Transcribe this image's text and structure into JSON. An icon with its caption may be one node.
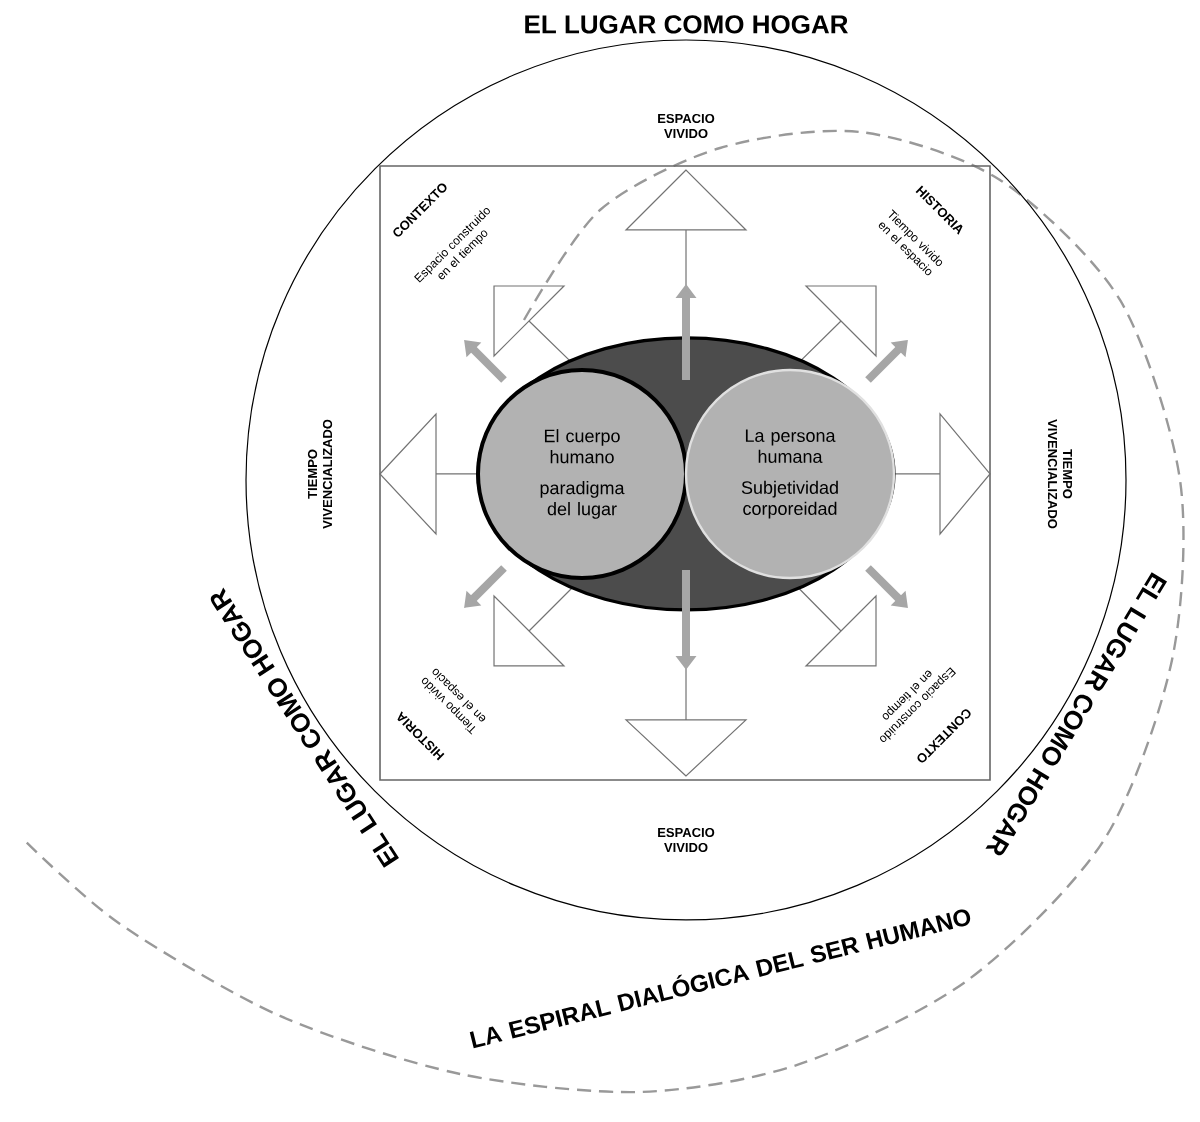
{
  "diagram": {
    "nodes": [
      {
        "text": [
          "EL LUGAR COMO HOGAR",
          "EL LUGAR COMO HOGAR",
          "EL LUGAR COMO HOGAR"
        ]
      },
      {
        "text": [],
        "shape": "box",
        "in": 0
      },
      {
        "text": [],
        "shape": "ellipse",
        "in": 1
      },
      {
        "text": [
          "El cuerpo humano",
          "paradigma del lugar"
        ],
        "in": 2
      },
      {
        "text": [
          "La persona humana",
          "Subjetividad corporeidad"
        ],
        "in": 2
      }
    ],
    "labels": [
      "ESPACIO VIVIDO",
      "CONTEXTO",
      "Espacio construido en el tiempo",
      "HISTORIA",
      "Tiempo vivido en el espacio",
      "TIEMPO VIVENCIALIZADO",
      "TIEMPO VIVENCIALIZADO",
      "HISTORIA",
      "Tiempo vivido en el espacio",
      "CONTEXTO",
      "Espacio construido en el tiempo",
      "ESPACIO VIVIDO",
      "LA ESPIRAL DIALÓGICA DEL SER HUMANO"
    ]
  }
}
